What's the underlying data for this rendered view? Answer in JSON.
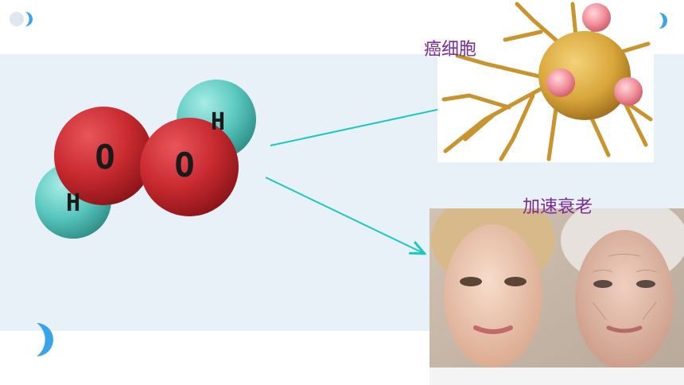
{
  "labels": {
    "cancer_cell": "癌细胞",
    "accelerated_aging": "加速衰老"
  },
  "molecule": {
    "atoms": [
      "H",
      "O",
      "O",
      "H"
    ]
  },
  "colors": {
    "band": "#e8f0f8",
    "label_text": "#7a2a9a",
    "arrow": "#1cc8c0",
    "oxygen": "#c82a30",
    "hydrogen": "#5ac8c0",
    "accent_moon": "#3ba4e8"
  },
  "icons": {
    "top_left": "moon-dot-icon",
    "top_right": "crescent-icon",
    "bottom_left": "crescent-icon"
  }
}
